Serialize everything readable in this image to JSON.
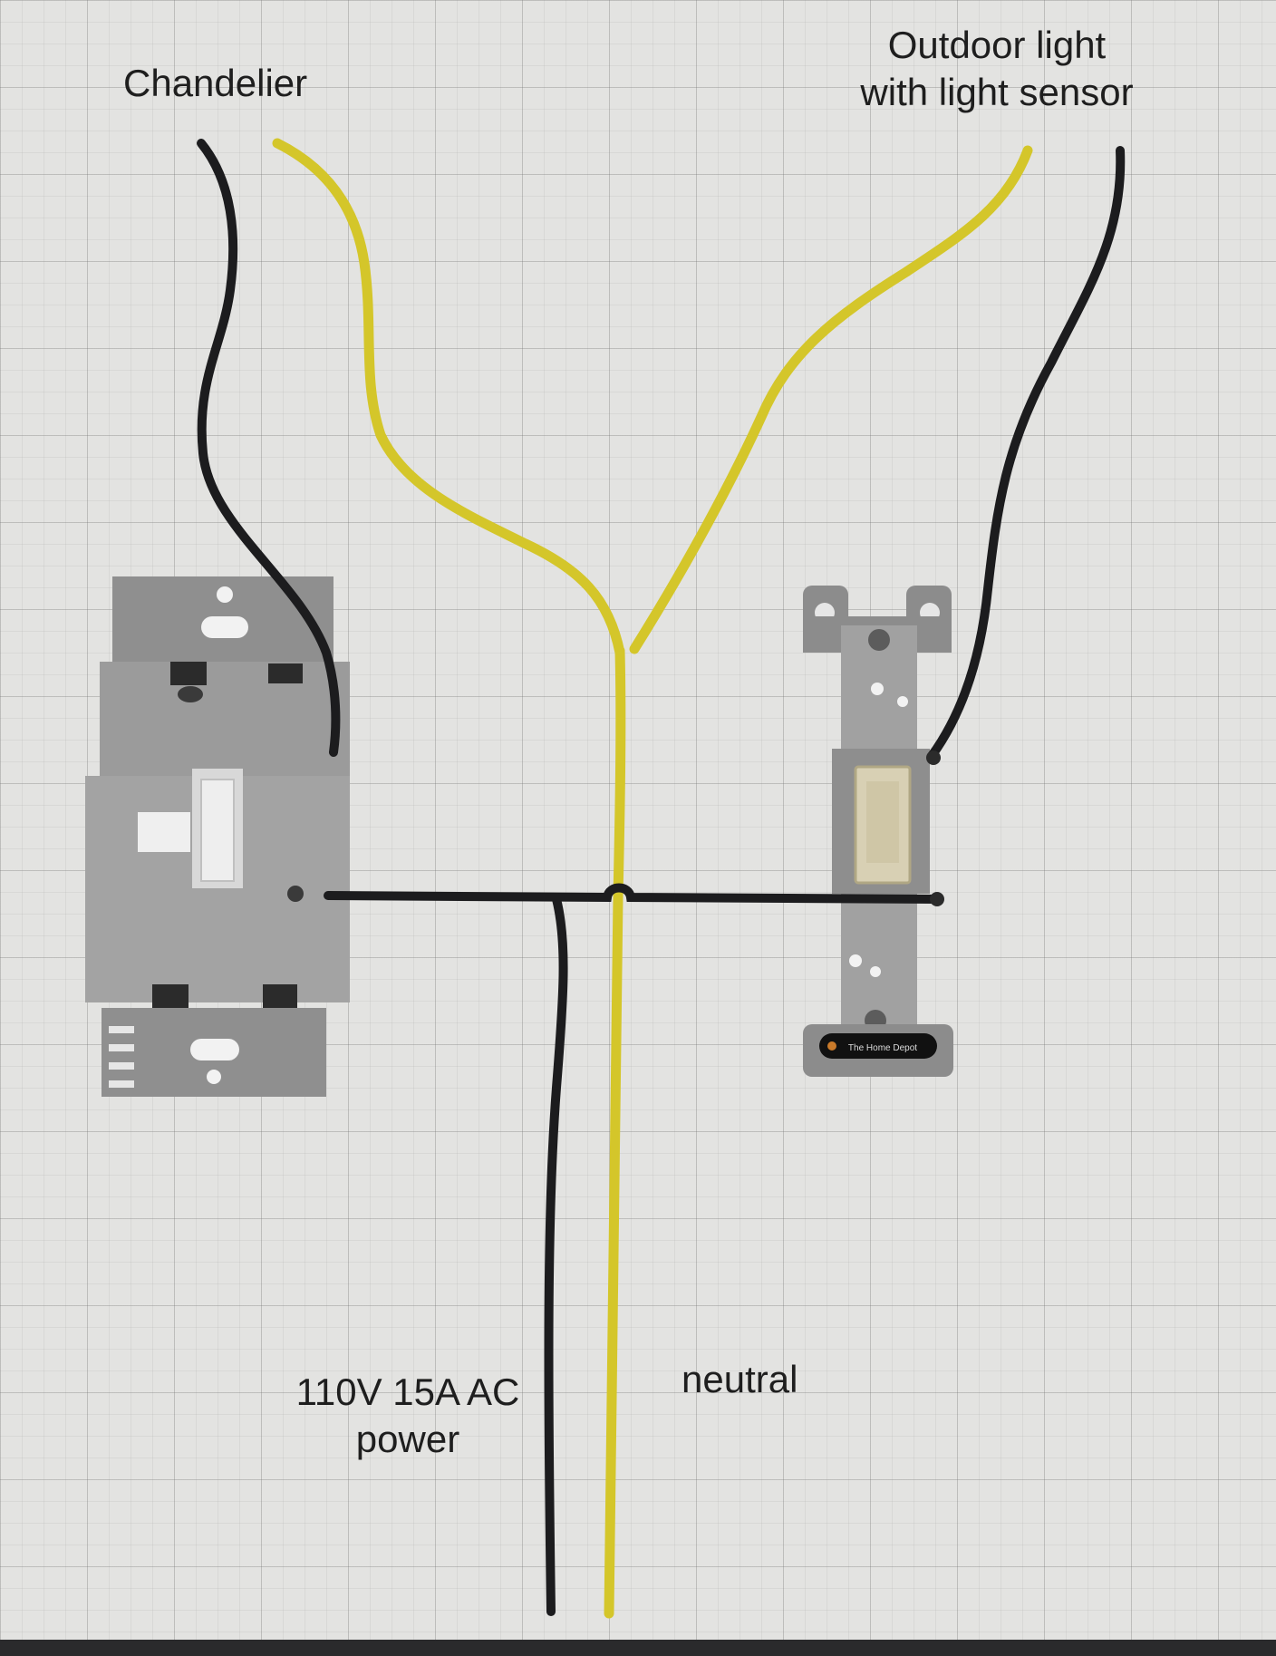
{
  "labels": {
    "chandelier": "Chandelier",
    "outdoor_line1": "Outdoor light",
    "outdoor_line2": "with light sensor",
    "power_line1": "110V 15A AC",
    "power_line2": "power",
    "neutral": "neutral",
    "switch_brand": "The Home Depot"
  },
  "colors": {
    "hot_wire": "#1c1c1e",
    "neutral_wire": "#d4c62a",
    "device_body": "#9a9a9a",
    "grid": "#bdbdbd"
  },
  "devices": [
    {
      "name": "dimmer-switch",
      "type": "slide dimmer"
    },
    {
      "name": "toggle-switch",
      "type": "single-pole toggle"
    }
  ],
  "wires": [
    {
      "name": "chandelier-hot-wire",
      "color": "black"
    },
    {
      "name": "chandelier-neutral-wire",
      "color": "yellow"
    },
    {
      "name": "outdoor-neutral-wire",
      "color": "yellow"
    },
    {
      "name": "outdoor-hot-wire",
      "color": "black"
    },
    {
      "name": "line-hot-wire",
      "color": "black"
    },
    {
      "name": "neutral-main-wire",
      "color": "yellow"
    },
    {
      "name": "hot-jumper-wire",
      "color": "black"
    }
  ]
}
